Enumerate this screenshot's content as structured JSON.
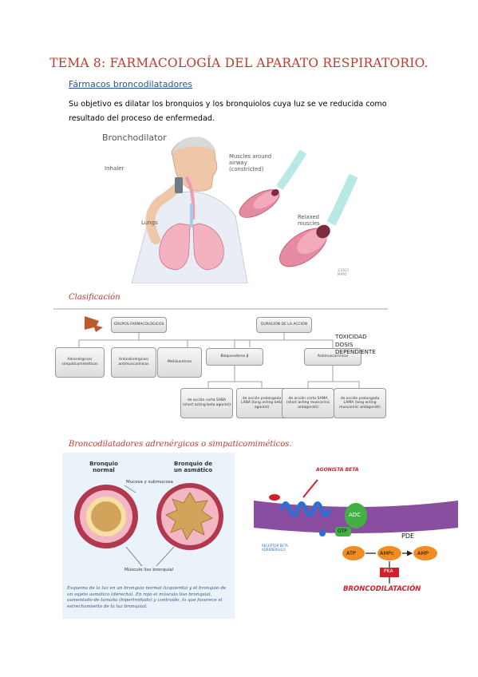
{
  "title": "TEMA 8: FARMACOLOGÍA DEL APARATO RESPIRATORIO.",
  "section1": {
    "heading": "Fármacos broncodilatadores",
    "paragraph": "Su objetivo es dilatar los bronquios y los bronquiolos cuya luz se ve reducida como resultado del proceso de enfermedad."
  },
  "illustration1": {
    "title": "Bronchodilator",
    "labels": {
      "inhaler": "Inhaler",
      "lungs": "Lungs",
      "muscles": "Muscles around airway (constricted)",
      "relaxed": "Relaxed muscles",
      "credit": "©2017 MAYO"
    }
  },
  "section2": {
    "heading": "Clasificación",
    "diagram": {
      "grupos": "GRUPOS FARMACOLÓGICOS",
      "duracion": "DURACIÓN DE LA ACCIÓN",
      "simpatico": "Adrenérgicos/ simpaticomiméticos",
      "anticol": "Anticolinérgicos/ antimuscarínicos",
      "metil": "Metilxantinas",
      "bloq": "Bloqueadores β",
      "antimusc": "Antimuscarínicos",
      "saba": "de acción corta SABA (short acting beta agonist)",
      "laba": "de acción prolongada LABA (long acting beta agonist)",
      "sama": "de acción corta SAMA (short acting muscarinic antagonist)",
      "lama": "de acción prolongada LAMA (long acting muscarinic antagonist)"
    },
    "toxicity": [
      "TOXICIDAD",
      "DOSIS",
      "DEPENDIENTE"
    ]
  },
  "section3": {
    "heading": "Broncodilatadores adrenérgicos o simpaticomiméticos.",
    "left_image": {
      "label_normal": "Bronquio normal",
      "label_asthma": "Bronquio de un asmático",
      "label_mucosa": "Mucosa y submucosa",
      "label_muscle": "Músculo liso bronquial",
      "caption": "Esquema de la luz en un bronquio normal (izquierda) y el bronquio de un sujeto asmático (derecha). En rojo el músculo liso bronquial, aumentado de tamaño (hipertrofiado) y contraído, lo que favorece el estrechamiento de la luz bronquial."
    },
    "right_image": {
      "agonista": "AGONISTA BETA",
      "receptor": "RECEPTOR BETA ADRENÉRGICO",
      "adc": "ADC",
      "gtp": "GTP",
      "atp": "ATP",
      "ampc": "AMPc",
      "amp": "AMP",
      "pde": "PDE",
      "pka": "PKA",
      "result": "BRONCODILATACIÓN"
    }
  }
}
